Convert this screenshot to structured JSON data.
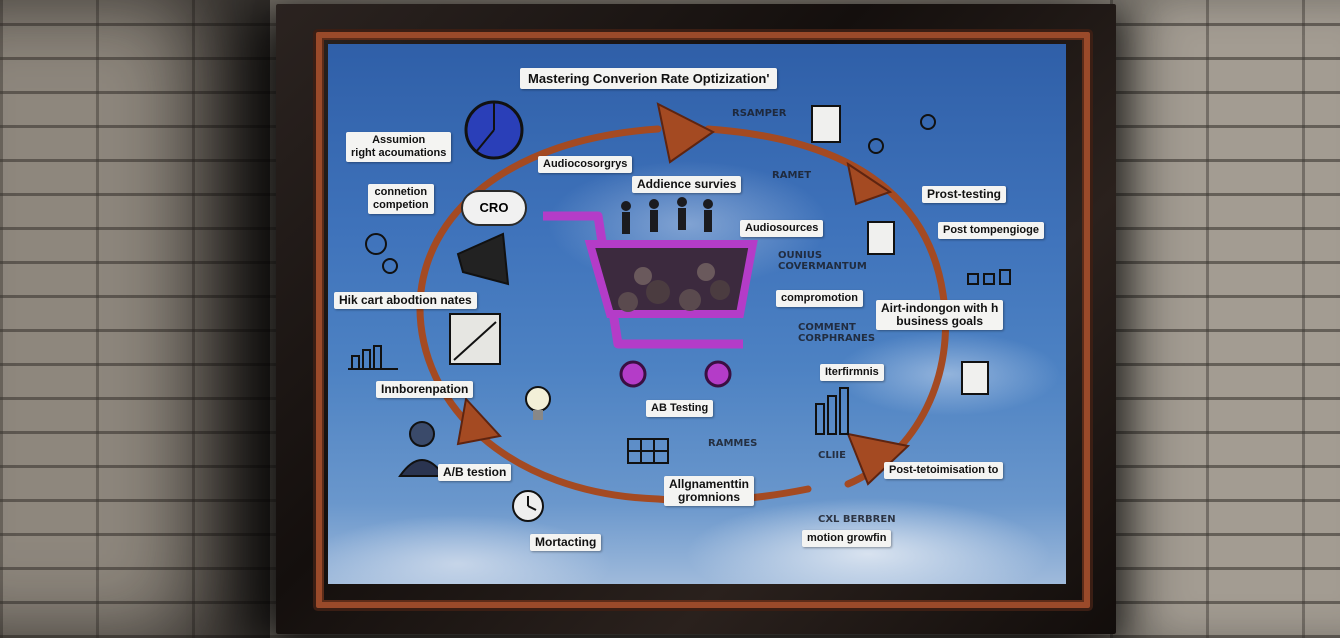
{
  "diagram": {
    "title": "Mastering Converion Rate Optizization'",
    "cro_badge": "CRO",
    "labels": {
      "assumption": "Assumion\nright acoumations",
      "competition": "connetion\ncompetion",
      "cart_abandon": "Hik cart abodtion nates",
      "interpretation": "Innborenpation",
      "ab_testion": "A/B testion",
      "marketing": "Mortacting",
      "audience_group": "Audiocosorgrys",
      "audience_surveys": "Addience survies",
      "audio_sources": "Audiosources",
      "post_testing": "Prost-testing",
      "post_tongue": "Post tompengioge",
      "compromotion": "compromotion",
      "alignment_goals": "Airt-indongon with h\nbusiness goals",
      "performance": "Iterfirmnis",
      "ab_testing": "AB Testing",
      "alignment_growth": "Allgnamenttin\ngromnions",
      "post_optimization": "Post-tetoimisation to",
      "motion_growth": "motion growfin"
    },
    "scribbles": {
      "rsamper": "RSAMPER",
      "ramet": "RAMET",
      "ouliners": "OUNIUS\nCOVERMANTUM",
      "comment": "COMMENT\nCORPHRANES",
      "rammet": "RAMMES",
      "clie": "CLIIE",
      "cxl": "CXL BERBREN"
    },
    "colors": {
      "arrow": "#a44a22",
      "cart": "#b43cc8",
      "sky": "#3f73bb",
      "frame": "#1a1310",
      "label_bg": "#f4f4f2"
    }
  }
}
